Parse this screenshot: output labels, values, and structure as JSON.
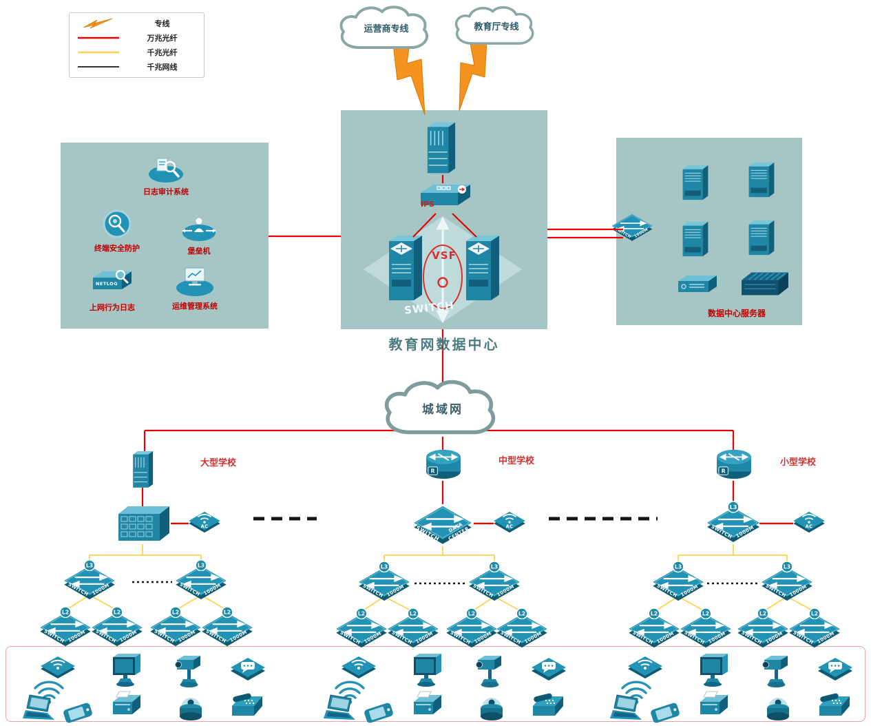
{
  "legend": {
    "items": [
      {
        "label": "专线"
      },
      {
        "label": "万兆光纤"
      },
      {
        "label": "千兆光纤"
      },
      {
        "label": "千兆网线"
      }
    ]
  },
  "clouds": {
    "carrier": "运营商专线",
    "education": "教育厅专线",
    "man": "城域网"
  },
  "core": {
    "title": "教育网数据中心",
    "vsf": "VSF",
    "ips": "IPS",
    "switch": "SWITCH"
  },
  "security": {
    "log_audit": "日志审计系统",
    "terminal": "终端安全防护",
    "bastion": "堡垒机",
    "netlog": "上网行为日志",
    "netlog_device": "NETLOG",
    "ops": "运维管理系统"
  },
  "servers": {
    "title": "数据中心服务器"
  },
  "schools": {
    "large": "大型学校",
    "medium": "中型学校",
    "small": "小型学校"
  },
  "dev": {
    "l3": "L3",
    "l2": "L2",
    "ac": "AC",
    "r": "R",
    "switch": "SWITCH",
    "speed": "1000M",
    "dc1": "DATA",
    "dc2": "CENTER"
  },
  "colors": {
    "fiber_10g": "#e60000",
    "fiber_1g": "#ffd24d",
    "cable_1g": "#1a1a1a",
    "device_teal": "#2293b5",
    "panel_teal": "#a5c6c5",
    "lightning_orange": "#f6921e",
    "label_red": "#c00000"
  },
  "endpoint_icons": [
    "wifi-ap",
    "wireless-signal",
    "laptop",
    "smartphone",
    "monitor",
    "printer",
    "ptz-camera",
    "dome-camera",
    "voice-chat",
    "telephone"
  ]
}
